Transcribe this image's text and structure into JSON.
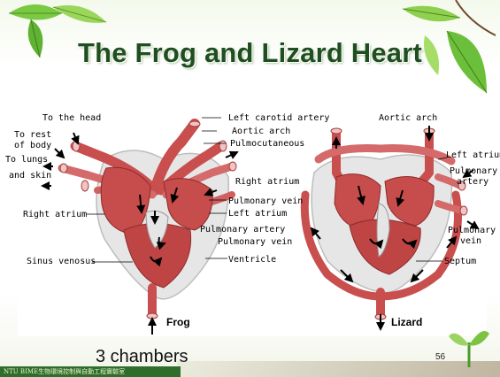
{
  "slide": {
    "title": "The Frog and Lizard Heart",
    "caption": "3 chambers",
    "page_number": "56",
    "footer": "NTU BIME生物環境控制與自動工程實驗室"
  },
  "frog": {
    "name": "Frog",
    "labels": {
      "to_head": "To the head",
      "to_rest": "To rest",
      "of_body": "of body",
      "to_lungs": "To lungs",
      "and_skin": "and skin",
      "right_atrium": "Right atrium",
      "sinus_venosus": "Sinus venosus",
      "left_carotid": "Left carotid artery",
      "aortic_arch": "Aortic arch",
      "pulmocutaneous": "Pulmocutaneous",
      "right_atrium_mid": "Right atrium",
      "pulmonary_vein": "Pulmonary vein",
      "left_atrium": "Left atrium",
      "pulmonary_artery": "Pulmonary artery",
      "pulmonary_vein_2": "Pulmonary vein",
      "ventricle": "Ventricle"
    }
  },
  "lizard": {
    "name": "Lizard",
    "labels": {
      "aortic_arch": "Aortic arch",
      "left_atrium": "Left atrium",
      "pulmonary_artery_1": "Pulmonary",
      "pulmonary_artery_2": "artery",
      "pulmonary_vein_1": "Pulmonary",
      "pulmonary_vein_2": "vein",
      "septum": "Septum"
    }
  },
  "colors": {
    "title": "#1f4f20",
    "vessel": "#c94e4e",
    "vessel_light": "#e7a4a4",
    "chamber": "#c74c4c",
    "pericardium": "#e6e6e6",
    "arrow": "#000000",
    "leaf": "#6cbf3a"
  }
}
